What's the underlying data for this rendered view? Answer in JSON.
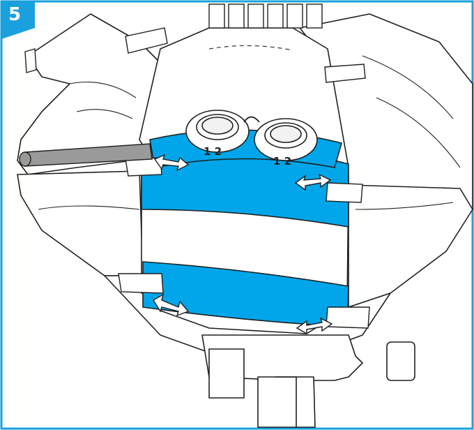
{
  "step": {
    "number": "5"
  },
  "dials": [
    {
      "label": "1 2"
    },
    {
      "label": "1 2"
    }
  ],
  "colors": {
    "accent": "#00a6e9",
    "frame": "#1aa0dc",
    "line": "#1f1f1f",
    "tool": "#9a9a9a"
  },
  "icons": {
    "arrows": [
      "double-arrow-icon",
      "double-arrow-icon",
      "double-arrow-icon",
      "double-arrow-icon"
    ],
    "tool": "pry-tool-icon"
  }
}
